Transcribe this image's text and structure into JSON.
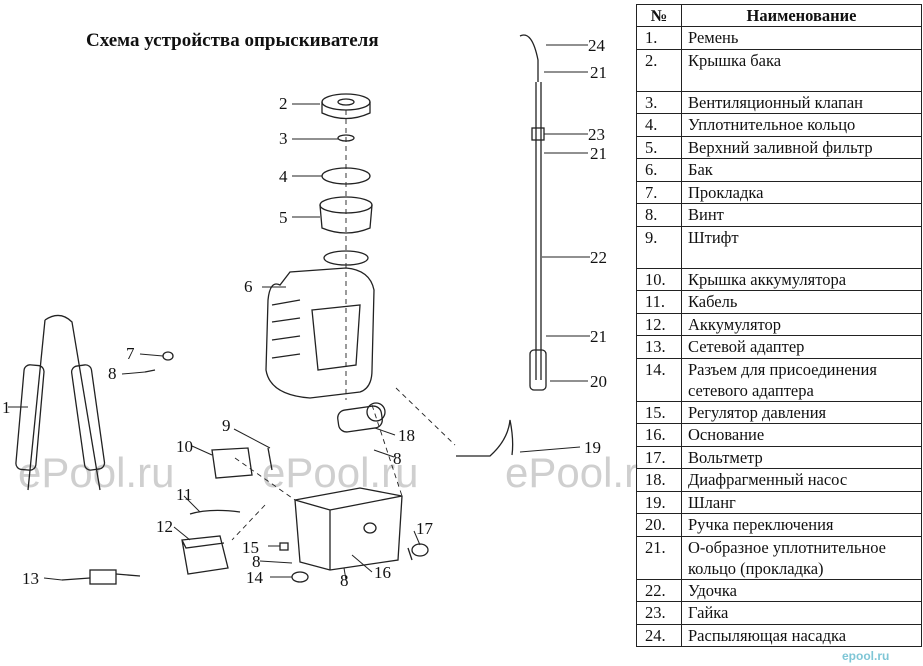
{
  "title": "Схема устройства опрыскивателя",
  "table": {
    "headers": [
      "№",
      "Наименование"
    ],
    "rows": [
      {
        "num": "1.",
        "name": "Ремень"
      },
      {
        "num": "2.",
        "name": "Крышка бака"
      },
      {
        "num": "3.",
        "name": "Вентиляционный клапан"
      },
      {
        "num": "4.",
        "name": "Уплотнительное кольцо"
      },
      {
        "num": "5.",
        "name": "Верхний заливной фильтр"
      },
      {
        "num": "6.",
        "name": "Бак"
      },
      {
        "num": "7.",
        "name": "Прокладка"
      },
      {
        "num": "8.",
        "name": "Винт"
      },
      {
        "num": "9.",
        "name": "Штифт"
      },
      {
        "num": "10.",
        "name": "Крышка аккумулятора"
      },
      {
        "num": "11.",
        "name": "Кабель"
      },
      {
        "num": "12.",
        "name": "Аккумулятор"
      },
      {
        "num": "13.",
        "name": "Сетевой адаптер"
      },
      {
        "num": "14.",
        "name": "Разъем для присоединения сетевого адаптера"
      },
      {
        "num": "15.",
        "name": "Регулятор давления"
      },
      {
        "num": "16.",
        "name": "Основание"
      },
      {
        "num": "17.",
        "name": "Вольтметр"
      },
      {
        "num": "18.",
        "name": "Диафрагменный насос"
      },
      {
        "num": "19.",
        "name": "Шланг"
      },
      {
        "num": "20.",
        "name": "Ручка переключения"
      },
      {
        "num": "21.",
        "name": "О-образное уплотнительное кольцо (прокладка)"
      },
      {
        "num": "22.",
        "name": "Удочка"
      },
      {
        "num": "23.",
        "name": "Гайка"
      },
      {
        "num": "24.",
        "name": "Распыляющая насадка"
      }
    ]
  },
  "callouts": {
    "c1": "1",
    "c2": "2",
    "c3": "3",
    "c4": "4",
    "c5": "5",
    "c6": "6",
    "c7": "7",
    "c8a": "8",
    "c8b": "8",
    "c8c": "8",
    "c8d": "8",
    "c9": "9",
    "c10": "10",
    "c11": "11",
    "c12": "12",
    "c13": "13",
    "c14": "14",
    "c15": "15",
    "c16": "16",
    "c17": "17",
    "c18": "18",
    "c19": "19",
    "c20": "20",
    "c21a": "21",
    "c21b": "21",
    "c21c": "21",
    "c22": "22",
    "c23": "23",
    "c24": "24"
  },
  "watermark": "ePool.ru",
  "corner_logo": "epool.ru"
}
